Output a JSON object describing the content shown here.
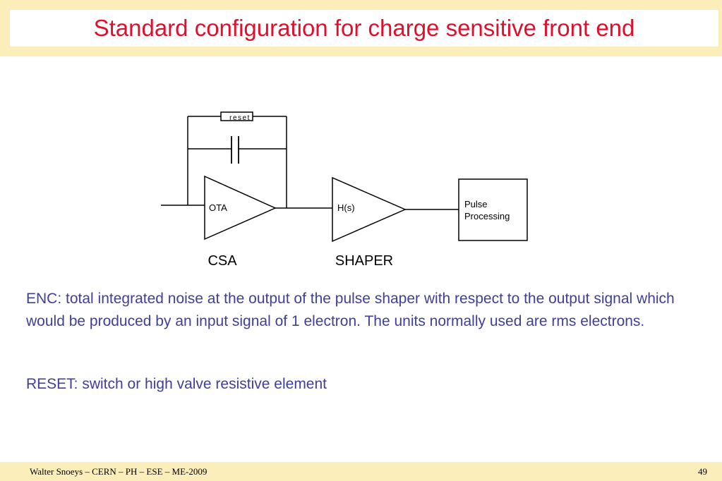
{
  "slide": {
    "title": "Standard configuration for charge sensitive front end",
    "diagram": {
      "reset_label": "reset",
      "ota_label": "OTA",
      "hs_label": "H(s)",
      "pulse_line1": "Pulse",
      "pulse_line2": "Processing",
      "csa_label": "CSA",
      "shaper_label": "SHAPER"
    },
    "enc_paragraph": "ENC: total integrated noise at the output of the pulse shaper with respect to the output signal which would be produced by an input signal of 1 electron. The units normally used are rms electrons.",
    "reset_paragraph": "RESET: switch or high valve resistive element",
    "footer": {
      "author": "Walter Snoeys – CERN – PH – ESE – ME-2009",
      "page_number": "49"
    }
  },
  "colors": {
    "title": "#e0102c",
    "body_text": "#3f3f9a",
    "band": "#fbeeba"
  }
}
